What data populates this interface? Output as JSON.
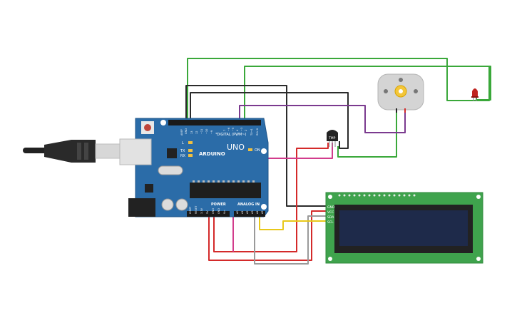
{
  "board": {
    "brand": "ARDUINO",
    "model": "UNO",
    "digital_header": "DIGITAL (PWM~)",
    "power_header": "POWER",
    "analog_header": "ANALOG IN",
    "on_label": "ON",
    "l_label": "L",
    "tx_label": "TX",
    "rx_label": "RX",
    "aref_label": "AREF",
    "gnd_label": "GND",
    "digital_pins": [
      "13",
      "12",
      "~11",
      "~10",
      "~9",
      "8",
      "7",
      "~6",
      "~5",
      "4",
      "~3",
      "2",
      "TX→1",
      "RX←0"
    ],
    "power_pins": [
      "IOREF",
      "RESET",
      "3.3V",
      "5V",
      "GND",
      "GND",
      "Vin"
    ],
    "analog_pins": [
      "A0",
      "A1",
      "A2",
      "A3",
      "A4",
      "A5"
    ]
  },
  "sensor": {
    "label": "TMP"
  },
  "lcd": {
    "pins": [
      "GND",
      "VCC",
      "SDA",
      "SCL"
    ]
  },
  "colors": {
    "board": "#2b6ca8",
    "lcd_pcb": "#3fa34d",
    "lcd_screen": "#1e2a4a",
    "wire_green": "#3aa83a",
    "wire_black": "#2b2b2b",
    "wire_purple": "#7b3a8f",
    "wire_red": "#d42a2a",
    "wire_magenta": "#d23c8c",
    "wire_gray": "#9a9a9a",
    "wire_yellow": "#e8c81a"
  }
}
